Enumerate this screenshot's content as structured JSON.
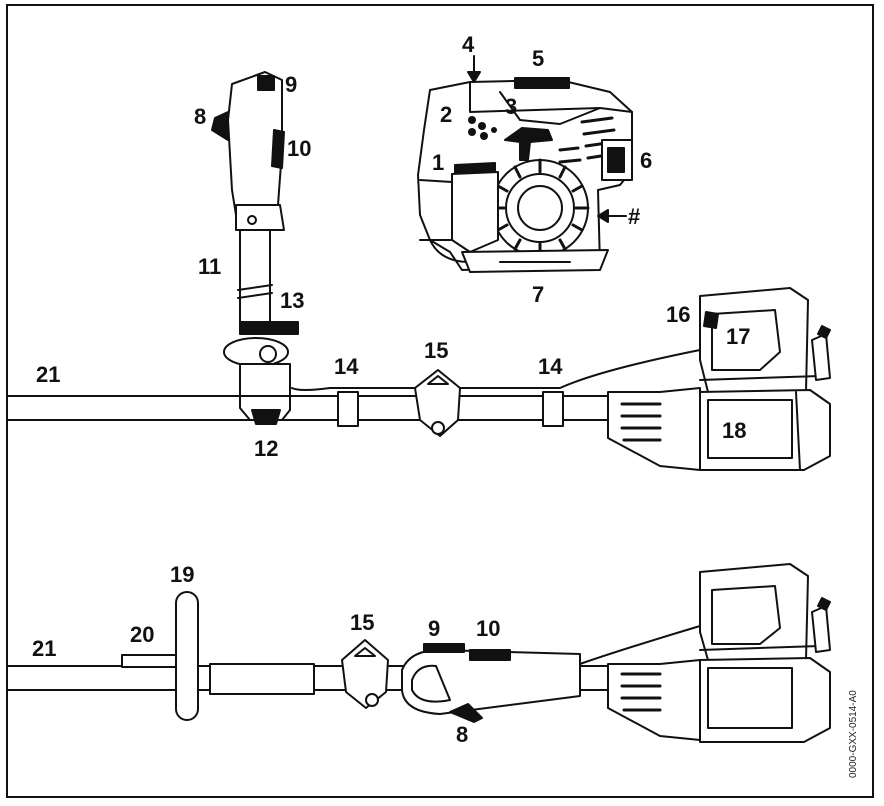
{
  "labels": {
    "l1": "1",
    "l2": "2",
    "l3": "3",
    "l4": "4",
    "l5": "5",
    "l6": "6",
    "l7": "7",
    "l8": "8",
    "l9": "9",
    "l10": "10",
    "l11": "11",
    "l12": "12",
    "l13": "13",
    "l14": "14",
    "l15": "15",
    "l16": "16",
    "l17": "17",
    "l18": "18",
    "l19": "19",
    "l20": "20",
    "l21": "21",
    "hash": "#"
  },
  "figure_code": "0000-GXX-0514-A0"
}
